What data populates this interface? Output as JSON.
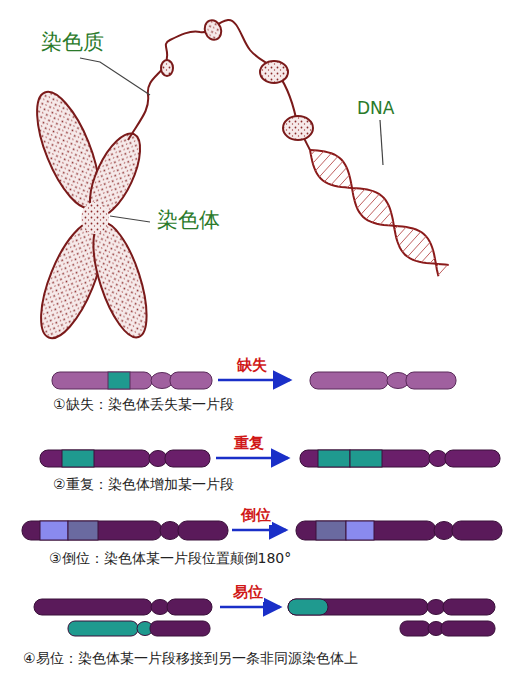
{
  "diagram": {
    "labels": [
      "染色质",
      "DNA",
      "染色体",
      "缺失",
      "①缺失：染色体丢失某一片段",
      "重复",
      "②重复：染色体增加某一片段",
      "倒位",
      "③倒位：染色体某一片段位置颠倒180°",
      "易位",
      "④易位：染色体某一片段移接到另一条非同源染色体上"
    ]
  }
}
